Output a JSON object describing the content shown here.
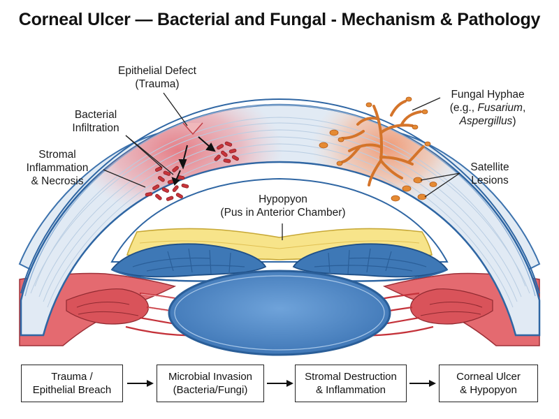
{
  "title": "Corneal Ulcer — Bacterial and Fungal - Mechanism & Pathology",
  "labels": {
    "epithelial_defect": [
      "Epithelial Defect",
      "(Trauma)"
    ],
    "bacterial_infiltration": [
      "Bacterial",
      "Infiltration"
    ],
    "stromal_inflammation": [
      "Stromal",
      "Inflammation",
      "& Necrosis"
    ],
    "hypopyon": [
      "Hypopyon",
      "(Pus in Anterior Chamber)"
    ],
    "fungal_hyphae": {
      "line1": "Fungal Hyphae",
      "line2_prefix": "(e.g., ",
      "genus1": "Fusarium",
      "line2_suffix": ",",
      "genus2": "Aspergillus",
      "line3_suffix": ")"
    },
    "satellite_lesions": [
      "Satellite",
      "Lesions"
    ]
  },
  "flow": [
    [
      "Trauma /",
      "Epithelial Breach"
    ],
    [
      "Microbial Invasion",
      "(Bacteria/Fungi)"
    ],
    [
      "Stromal Destruction",
      "& Inflammation"
    ],
    [
      "Corneal Ulcer",
      "& Hypopyon"
    ]
  ],
  "colors": {
    "cornea_fill": "#dfe8f2",
    "cornea_edge": "#3c72ad",
    "inflamed": "#e8878c",
    "bacteria": "#c8343a",
    "fungus": "#e58a33",
    "hypopyon": "#f7e48a",
    "iris": "#3e78b6",
    "lens": "#4b86c6",
    "ciliary": "#d9535a"
  }
}
